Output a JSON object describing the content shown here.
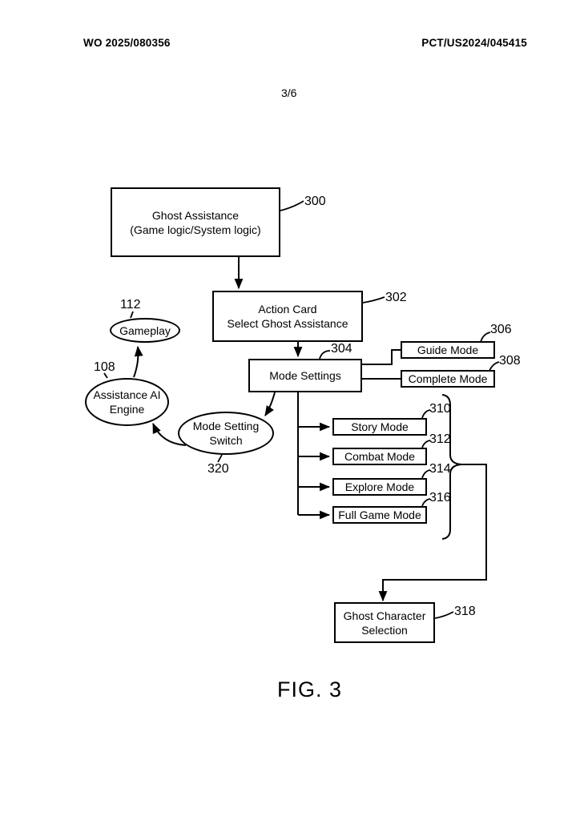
{
  "header": {
    "left": "WO 2025/080356",
    "right": "PCT/US2024/045415",
    "page_number": "3/6"
  },
  "figure": {
    "caption": "FIG. 3"
  },
  "diagram": {
    "nodes": {
      "ghost_assistance": {
        "line1": "Ghost Assistance",
        "line2": "(Game logic/System logic)",
        "ref": "300"
      },
      "action_card": {
        "line1": "Action Card",
        "line2": "Select Ghost Assistance",
        "ref": "302"
      },
      "mode_settings": {
        "label": "Mode Settings",
        "ref": "304"
      },
      "guide_mode": {
        "label": "Guide Mode",
        "ref": "306"
      },
      "complete_mode": {
        "label": "Complete Mode",
        "ref": "308"
      },
      "story_mode": {
        "label": "Story Mode",
        "ref": "310"
      },
      "combat_mode": {
        "label": "Combat Mode",
        "ref": "312"
      },
      "explore_mode": {
        "label": "Explore Mode",
        "ref": "314"
      },
      "full_game_mode": {
        "label": "Full Game Mode",
        "ref": "316"
      },
      "ghost_character_selection": {
        "line1": "Ghost Character",
        "line2": "Selection",
        "ref": "318"
      },
      "gameplay": {
        "label": "Gameplay",
        "ref": "112"
      },
      "assistance_ai_engine": {
        "line1": "Assistance AI",
        "line2": "Engine",
        "ref": "108"
      },
      "mode_setting_switch": {
        "line1": "Mode Setting",
        "line2": "Switch",
        "ref": "320"
      }
    }
  },
  "colors": {
    "ink": "#000000",
    "paper": "#ffffff"
  }
}
